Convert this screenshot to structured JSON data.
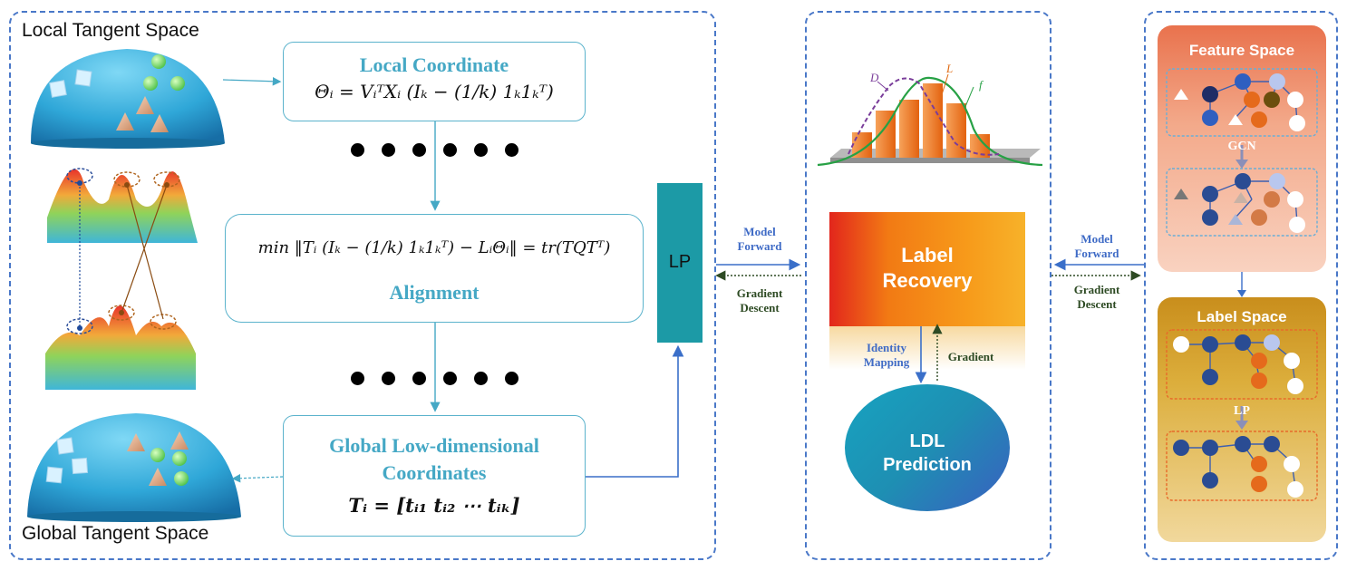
{
  "left_panel": {
    "local_space_title": "Local Tangent Space",
    "global_space_title": "Global Tangent Space",
    "local_coord_title": "Local Coordinate",
    "local_coord_formula": "Θᵢ = VᵢᵀXᵢ (Iₖ − (1/k) 1ₖ1ₖᵀ)",
    "alignment_formula": "min ‖Tᵢ (Iₖ − (1/k) 1ₖ1ₖᵀ) − LᵢΘᵢ‖ = tr(TQTᵀ)",
    "alignment_title": "Alignment",
    "global_coord_title_1": "Global Low-dimensional",
    "global_coord_title_2": "Coordinates",
    "global_coord_formula": "Tᵢ = [tᵢ₁  tᵢ₂  ⋯ tᵢₖ]",
    "lp_label": "LP"
  },
  "connectors": {
    "left_forward": "Model\nForward",
    "left_gradient": "Gradient\nDescent",
    "right_forward": "Model\nForward",
    "right_gradient": "Gradient\nDescent"
  },
  "middle_panel": {
    "curve_d": "D",
    "curve_l": "L",
    "curve_f": "f",
    "label_recovery_1": "Label",
    "label_recovery_2": "Recovery",
    "identity_mapping": "Identity\nMapping",
    "gradient": "Gradient",
    "ldl_1": "LDL",
    "ldl_2": "Prediction"
  },
  "right_panel": {
    "feature_space": "Feature Space",
    "gcn": "GCN",
    "label_space": "Label Space",
    "lp": "LP"
  },
  "colors": {
    "panel_border": "#4a78c8",
    "teal": "#45a8c5",
    "lp_box": "#1c9aa6",
    "label_recovery": "#f28a1c",
    "ldl": "#1e8fb3",
    "feature_space": "#f3a98a",
    "label_space": "#dcae3c"
  }
}
